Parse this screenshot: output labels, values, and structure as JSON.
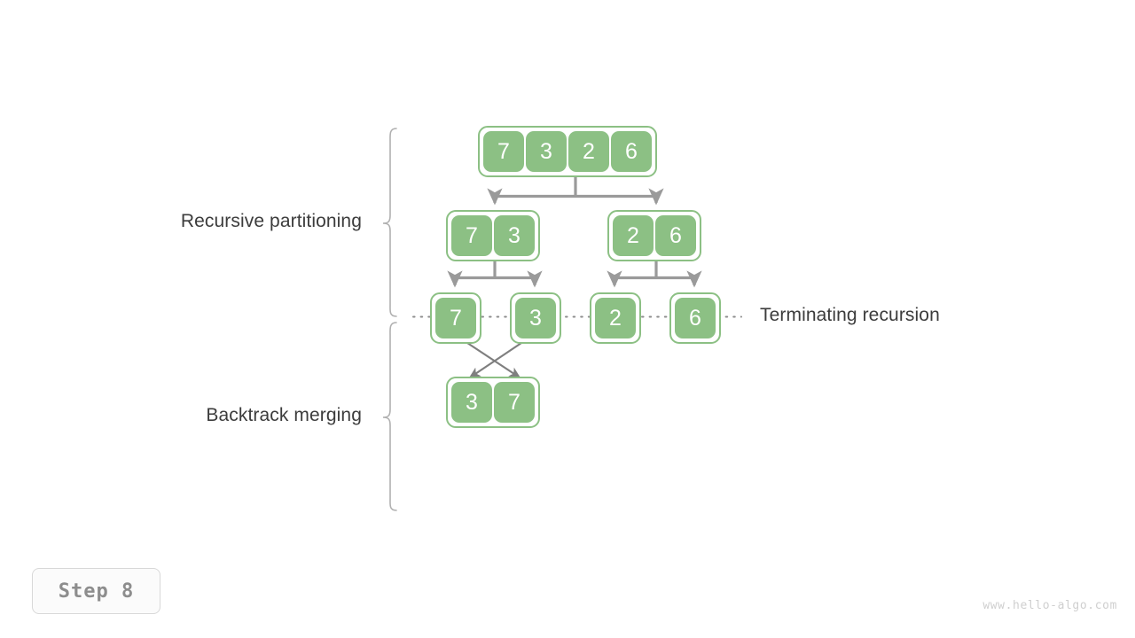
{
  "page": {
    "background": "#ffffff",
    "accent_green": "#8cc084",
    "connector_gray": "#9a9a9a",
    "text_color": "#3c3c3c"
  },
  "labels": {
    "recursive_partitioning": "Recursive partitioning",
    "backtrack_merging": "Backtrack merging",
    "terminating_recursion": "Terminating recursion"
  },
  "diagram": {
    "levels": [
      {
        "name": "level-1-root",
        "arrays": [
          {
            "name": "root-array",
            "values": [
              "7",
              "3",
              "2",
              "6"
            ]
          }
        ]
      },
      {
        "name": "level-2-halves",
        "arrays": [
          {
            "name": "left-half-array",
            "values": [
              "7",
              "3"
            ]
          },
          {
            "name": "right-half-array",
            "values": [
              "2",
              "6"
            ]
          }
        ]
      },
      {
        "name": "level-3-leaves",
        "arrays": [
          {
            "name": "leaf-array-1",
            "values": [
              "7"
            ]
          },
          {
            "name": "leaf-array-2",
            "values": [
              "3"
            ]
          },
          {
            "name": "leaf-array-3",
            "values": [
              "2"
            ]
          },
          {
            "name": "leaf-array-4",
            "values": [
              "6"
            ]
          }
        ]
      },
      {
        "name": "level-4-merged",
        "arrays": [
          {
            "name": "merged-array",
            "values": [
              "3",
              "7"
            ]
          }
        ]
      }
    ]
  },
  "footer": {
    "step_label": "Step 8",
    "watermark": "www.hello-algo.com"
  }
}
